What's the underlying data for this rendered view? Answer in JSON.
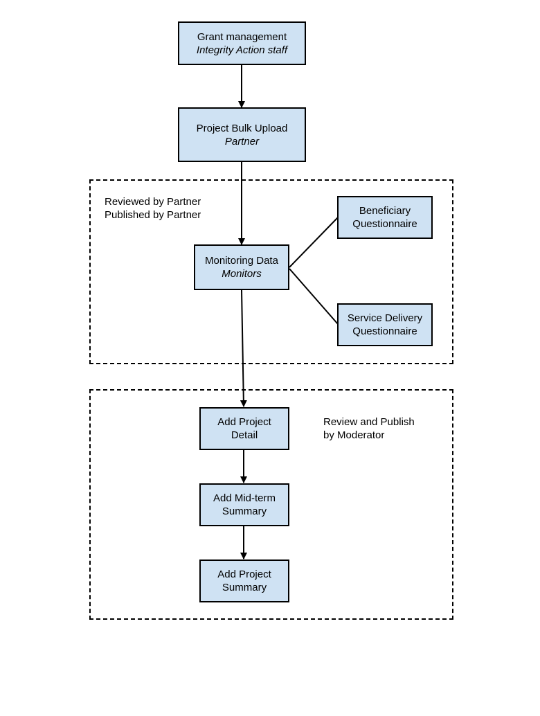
{
  "diagram": {
    "colors": {
      "node_fill": "#cfe2f3",
      "stroke": "#000000",
      "background": "#ffffff"
    },
    "nodes": {
      "grant_management": {
        "title": "Grant management",
        "subtitle": "Integrity Action staff"
      },
      "project_bulk_upload": {
        "title": "Project Bulk Upload",
        "subtitle": "Partner"
      },
      "monitoring_data": {
        "title": "Monitoring Data",
        "subtitle": "Monitors"
      },
      "beneficiary_questionnaire": {
        "line1": "Beneficiary",
        "line2": "Questionnaire"
      },
      "service_delivery_questionnaire": {
        "line1": "Service Delivery",
        "line2": "Questionnaire"
      },
      "add_project_detail": {
        "line1": "Add Project",
        "line2": "Detail"
      },
      "add_midterm_summary": {
        "line1": "Add Mid-term",
        "line2": "Summary"
      },
      "add_project_summary": {
        "line1": "Add Project",
        "line2": "Summary"
      }
    },
    "groups": {
      "partner_review": {
        "line1": "Reviewed by Partner",
        "line2": "Published by Partner"
      },
      "moderator_review": {
        "line1": "Review and Publish",
        "line2": "by Moderator"
      }
    },
    "edges": [
      {
        "from": "grant_management",
        "to": "project_bulk_upload",
        "arrow": true
      },
      {
        "from": "project_bulk_upload",
        "to": "monitoring_data",
        "arrow": true
      },
      {
        "from": "monitoring_data",
        "to": "beneficiary_questionnaire",
        "arrow": false
      },
      {
        "from": "monitoring_data",
        "to": "service_delivery_questionnaire",
        "arrow": false
      },
      {
        "from": "monitoring_data",
        "to": "add_project_detail",
        "arrow": true
      },
      {
        "from": "add_project_detail",
        "to": "add_midterm_summary",
        "arrow": true
      },
      {
        "from": "add_midterm_summary",
        "to": "add_project_summary",
        "arrow": true
      }
    ]
  }
}
